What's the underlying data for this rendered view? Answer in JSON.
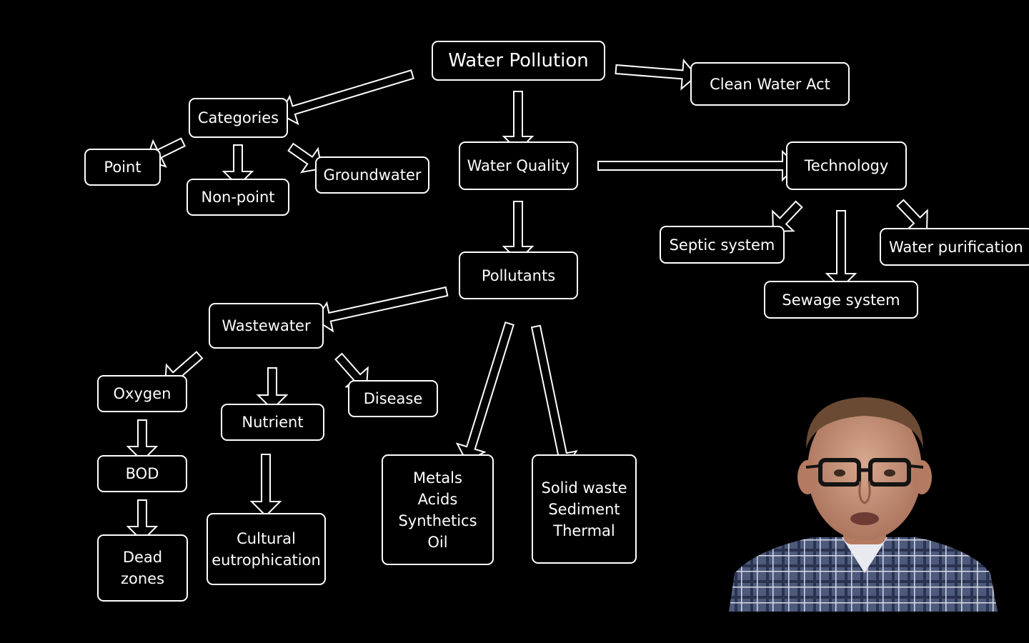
{
  "diagram": {
    "nodes": {
      "water_pollution": "Water Pollution",
      "clean_water_act": "Clean Water Act",
      "categories": "Categories",
      "point": "Point",
      "non_point": "Non-point",
      "groundwater": "Groundwater",
      "water_quality": "Water Quality",
      "technology": "Technology",
      "septic_system": "Septic system",
      "sewage_system": "Sewage system",
      "water_purification": "Water purification",
      "pollutants": "Pollutants",
      "wastewater": "Wastewater",
      "oxygen": "Oxygen",
      "bod": "BOD",
      "dead_zones": "Dead\nzones",
      "nutrient": "Nutrient",
      "cultural_eutrophication": "Cultural\neutrophication",
      "disease": "Disease",
      "metals_group": "Metals\nAcids\nSynthetics\nOil",
      "solid_group": "Solid waste\nSediment\nThermal"
    },
    "colors": {
      "background": "#000000",
      "foreground": "#ffffff"
    }
  }
}
